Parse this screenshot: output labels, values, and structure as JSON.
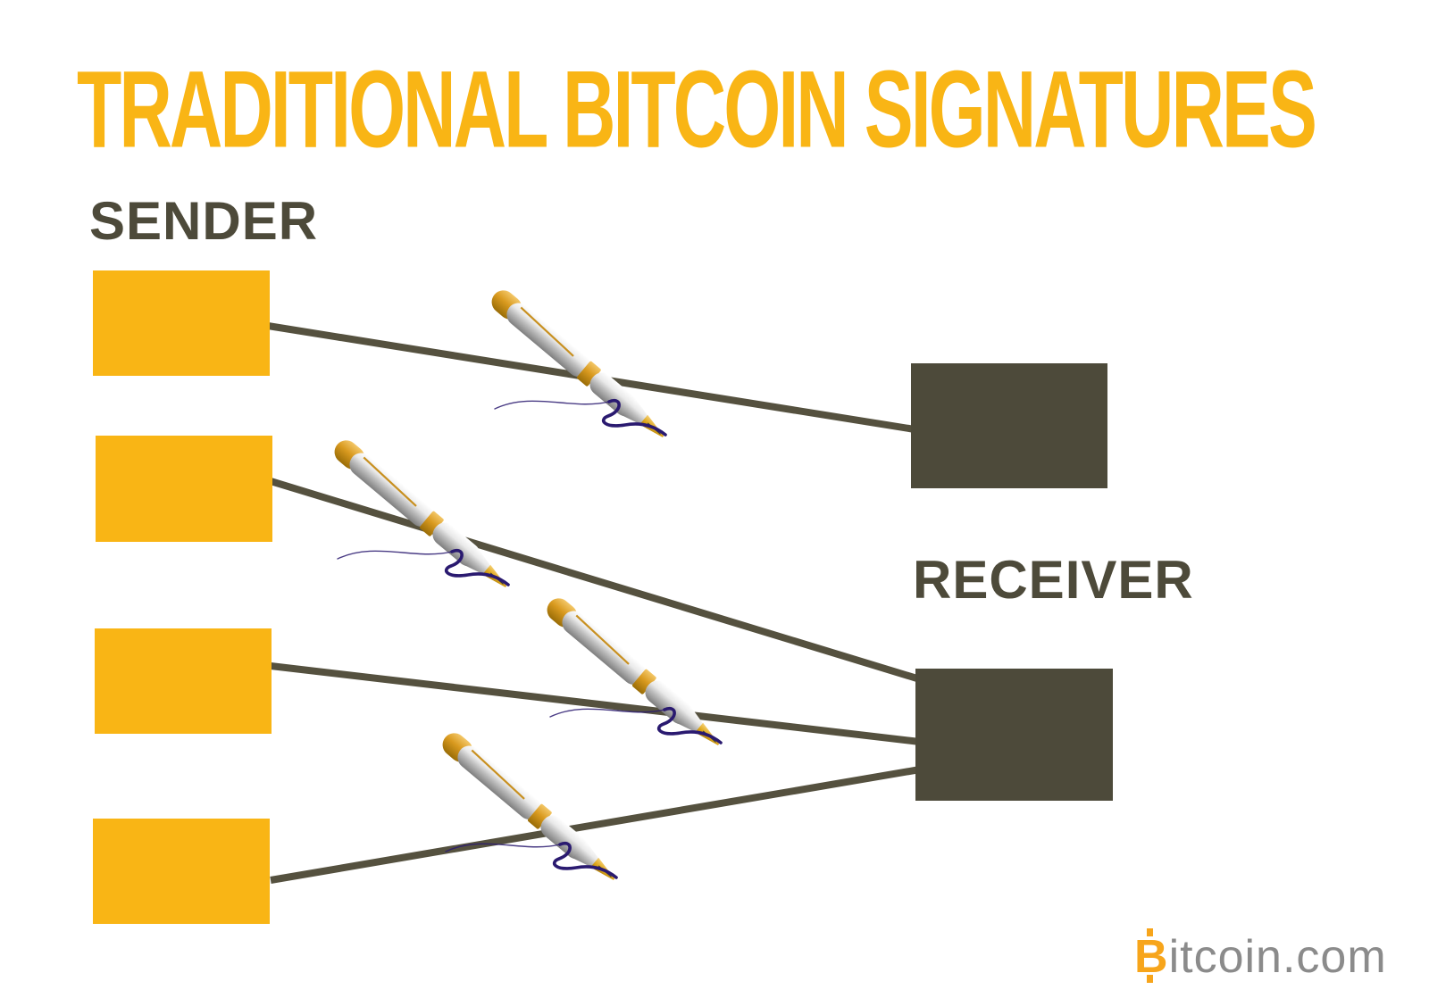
{
  "title": "TRADITIONAL BITCOIN SIGNATURES",
  "sender_section": {
    "label": "SENDER",
    "boxes": [
      {
        "id": "sender-input-1"
      },
      {
        "id": "sender-input-2"
      },
      {
        "id": "sender-input-3"
      },
      {
        "id": "sender-input-4"
      }
    ]
  },
  "receiver_section": {
    "label": "RECEIVER",
    "boxes": [
      {
        "id": "receiver-output-1"
      },
      {
        "id": "receiver-output-2"
      }
    ]
  },
  "connections": [
    {
      "from": "sender-input-1",
      "to": "receiver-output-1",
      "signature_icon": "fountain-pen-signing"
    },
    {
      "from": "sender-input-2",
      "to": "receiver-output-2",
      "signature_icon": "fountain-pen-signing"
    },
    {
      "from": "sender-input-3",
      "to": "receiver-output-2",
      "signature_icon": "fountain-pen-signing"
    },
    {
      "from": "sender-input-4",
      "to": "receiver-output-2",
      "signature_icon": "fountain-pen-signing"
    }
  ],
  "logo": {
    "text": "Bitcoin.com",
    "prefix": "B",
    "suffix": "itcoin.com"
  },
  "colors": {
    "background": "#FFFFFF",
    "accent_yellow": "#F9B515",
    "dark_olive": "#4D4A3A",
    "line_olive": "#55513F",
    "signature_ink": "#2A1A70",
    "logo_orange": "#F7A51B",
    "logo_gray": "#8B8B8B"
  }
}
